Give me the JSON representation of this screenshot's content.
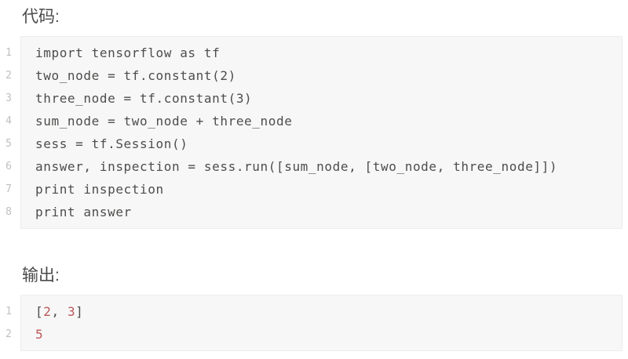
{
  "code_section": {
    "heading": "代码:",
    "lines": [
      "import tensorflow as tf",
      "two_node = tf.constant(2)",
      "three_node = tf.constant(3)",
      "sum_node = two_node + three_node",
      "sess = tf.Session()",
      "answer, inspection = sess.run([sum_node, [two_node, three_node]])",
      "print inspection",
      "print answer"
    ]
  },
  "output_section": {
    "heading": "输出:",
    "lines": [
      {
        "segments": [
          {
            "text": "[",
            "type": "plain"
          },
          {
            "text": "2",
            "type": "number"
          },
          {
            "text": ", ",
            "type": "plain"
          },
          {
            "text": "3",
            "type": "number"
          },
          {
            "text": "]",
            "type": "plain"
          }
        ]
      },
      {
        "segments": [
          {
            "text": "5",
            "type": "number"
          }
        ]
      }
    ]
  },
  "colors": {
    "page_background": "#ffffff",
    "code_box_background": "#f7f7f7",
    "code_box_border": "#ececec",
    "heading_text": "#4a4a4a",
    "code_text": "#4d4d4c",
    "line_number_text": "#bfbfbf",
    "number_highlight": "#bb5757"
  }
}
